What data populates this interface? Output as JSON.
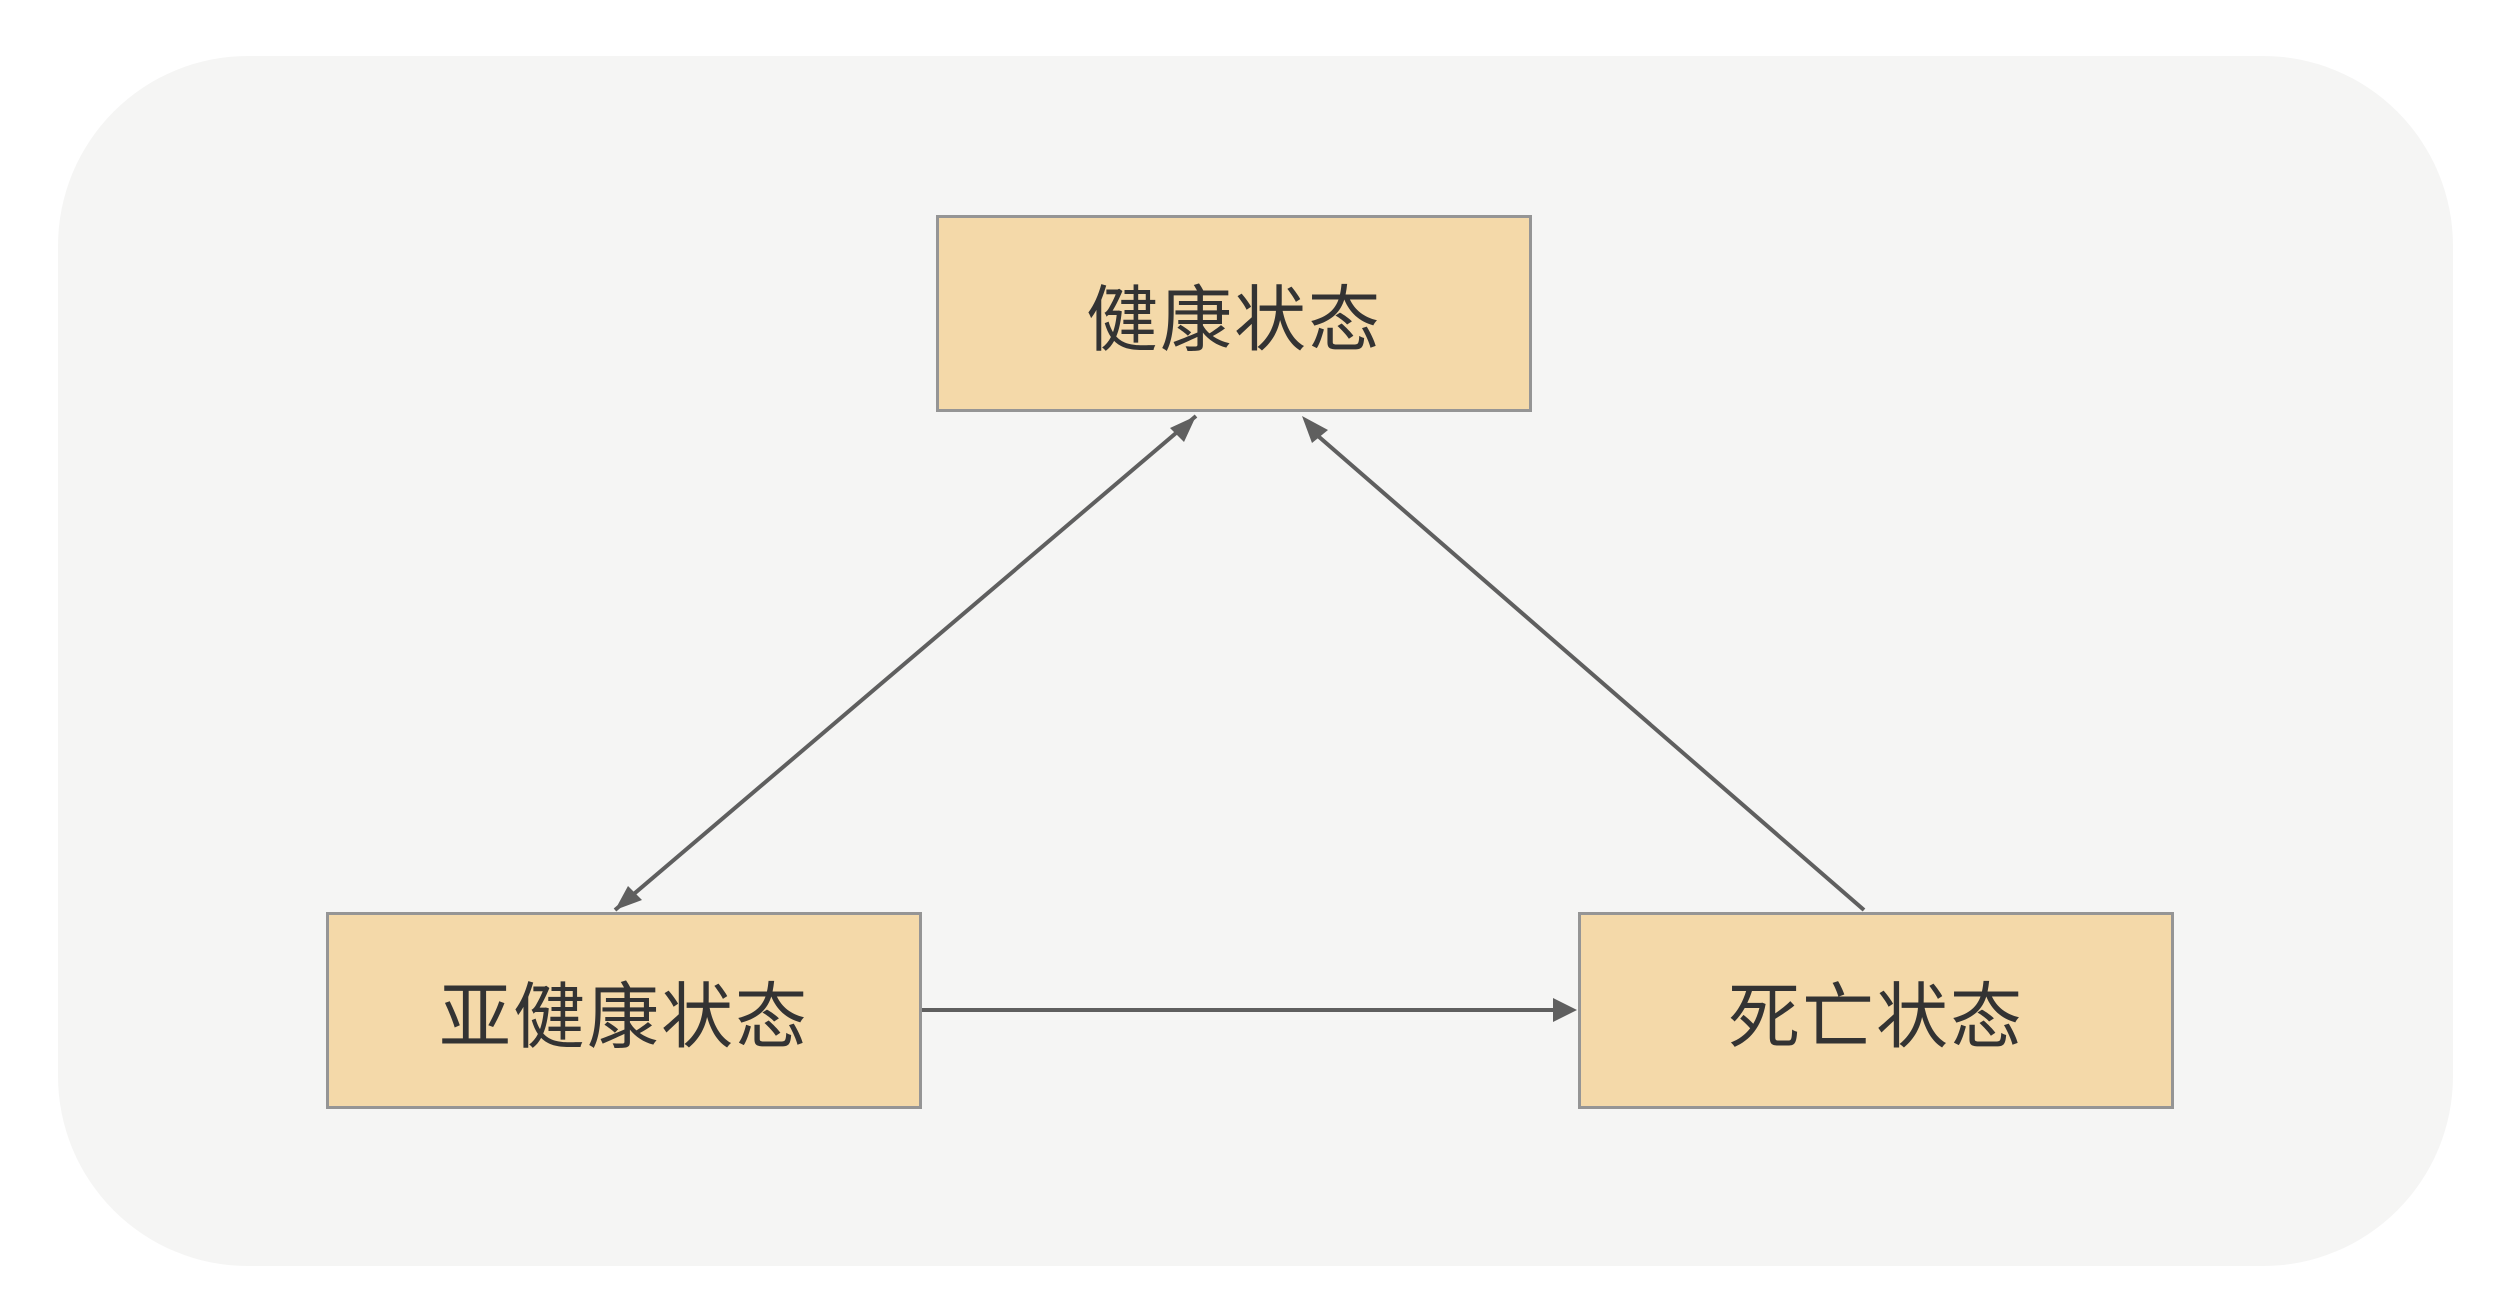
{
  "diagram": {
    "nodes": {
      "healthy": {
        "label": "健康状态"
      },
      "subhealthy": {
        "label": "亚健康状态"
      },
      "dead": {
        "label": "死亡状态"
      }
    },
    "edges": [
      {
        "from": "healthy",
        "to": "subhealthy",
        "bidirectional": true
      },
      {
        "from": "subhealthy",
        "to": "dead",
        "bidirectional": false
      },
      {
        "from": "dead",
        "to": "healthy",
        "bidirectional": false
      }
    ],
    "colors": {
      "background": "#f5f5f4",
      "node_fill": "#f4d9a9",
      "node_border": "#959595",
      "edge": "#5f5f5f",
      "text": "#333333"
    }
  }
}
